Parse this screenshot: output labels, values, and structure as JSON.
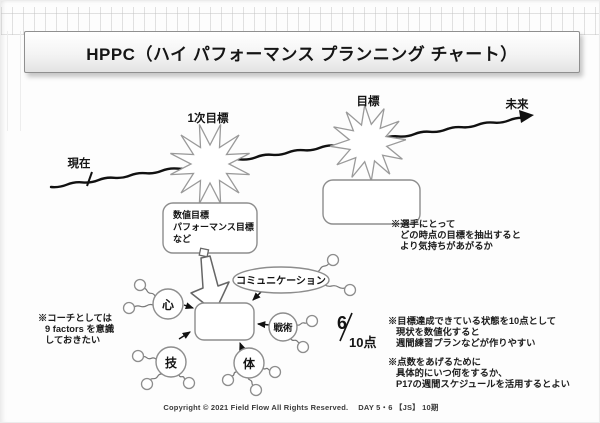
{
  "slide_title": "HPPC（ハイ パフォーマンス プランニング チャート）",
  "timeline": {
    "present": "現在",
    "primary_goal": "1次目標",
    "goal": "目標",
    "future": "未来"
  },
  "goal_detail_box": {
    "lines": [
      "数値目標",
      "パフォーマンス目標",
      "など"
    ]
  },
  "mandala": {
    "mind": "心",
    "skill": "技",
    "body": "体",
    "tactics": "戦術",
    "communication": "コミュニケーション"
  },
  "score": {
    "numerator": "6",
    "denominator": "10点"
  },
  "notes": {
    "player": [
      "※選手にとって",
      "どの時点の目標を抽出すると",
      "より気持ちがあがるか"
    ],
    "coach": [
      "※コーチとしては",
      "9 factors を意識",
      "しておきたい"
    ],
    "scoring": [
      "※目標達成できている状態を10点として",
      "現状を数値化すると",
      "週間練習プランなどが作りやすい"
    ],
    "action": [
      "※点数をあげるために",
      "具体的にいつ何をするか、",
      "P17の週間スケジュールを活用するとよい"
    ]
  },
  "footer": {
    "copyright": "Copyright © 2021 Field Flow All Rights Reserved.",
    "session": "DAY 5・6 【JS】 10期"
  }
}
